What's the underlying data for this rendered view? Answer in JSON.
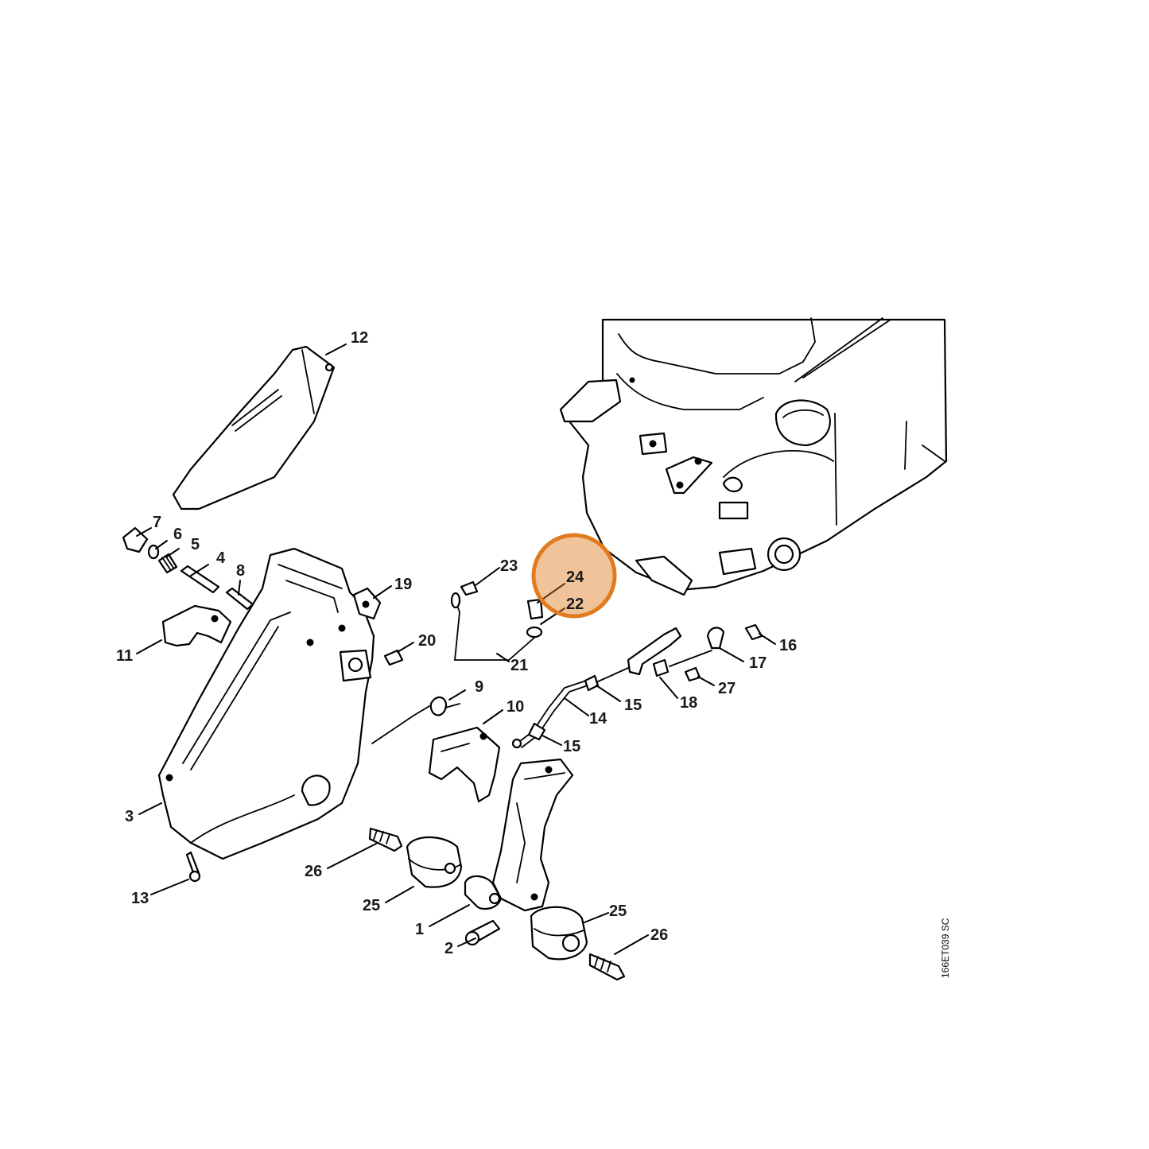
{
  "diagram": {
    "callouts": {
      "c1": "1",
      "c2": "2",
      "c3": "3",
      "c4": "4",
      "c5": "5",
      "c6": "6",
      "c7": "7",
      "c8": "8",
      "c9": "9",
      "c10": "10",
      "c11": "11",
      "c12": "12",
      "c13": "13",
      "c14": "14",
      "c15a": "15",
      "c15b": "15",
      "c16": "16",
      "c17": "17",
      "c18": "18",
      "c19": "19",
      "c20": "20",
      "c21": "21",
      "c22": "22",
      "c23": "23",
      "c24": "24",
      "c25a": "25",
      "c25b": "25",
      "c26a": "26",
      "c26b": "26",
      "c27": "27"
    },
    "drawing_code": "166ET039 SC",
    "highlight": {
      "items": [
        "24",
        "22"
      ],
      "color": "#e07b20"
    }
  }
}
